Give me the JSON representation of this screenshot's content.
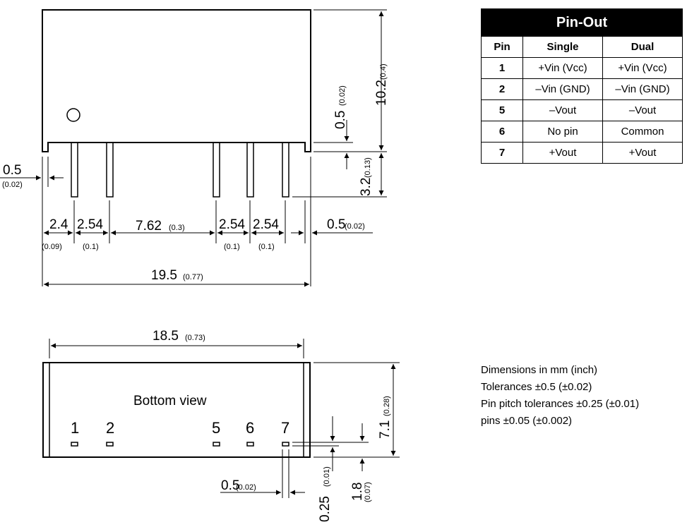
{
  "top_view": {
    "dim_height": "10.2",
    "dim_height_in": "(0.4)",
    "dim_standoff": "0.5",
    "dim_standoff_in": "(0.02)",
    "dim_pin_length": "3.2",
    "dim_pin_length_in": "(0.13)",
    "dim_pin_width": "0.5",
    "dim_pin_width_in": "(0.02)",
    "dim_edge_to_pin1": "2.4",
    "dim_edge_to_pin1_in": "(0.09)",
    "dim_pitch_a": "2.54",
    "dim_pitch_a_in": "(0.1)",
    "dim_center_gap": "7.62",
    "dim_center_gap_in": "(0.3)",
    "dim_pitch_b": "2.54",
    "dim_pitch_b_in": "(0.1)",
    "dim_pitch_c": "2.54",
    "dim_pitch_c_in": "(0.1)",
    "dim_right_edge": "0.5",
    "dim_right_edge_in": "(0.02)",
    "dim_total_width": "19.5",
    "dim_total_width_in": "(0.77)"
  },
  "bottom_view": {
    "label": "Bottom view",
    "pin_numbers": [
      "1",
      "2",
      "5",
      "6",
      "7"
    ],
    "dim_body_width": "18.5",
    "dim_body_width_in": "(0.73)",
    "dim_height": "7.1",
    "dim_height_in": "(0.28)",
    "dim_pin_offset": "1.8",
    "dim_pin_offset_in": "(0.07)",
    "dim_pin_depth": "0.25",
    "dim_pin_depth_in": "(0.01)",
    "dim_pin_size": "0.5",
    "dim_pin_size_in": "(0.02)"
  },
  "pinout_table": {
    "title": "Pin-Out",
    "headers": [
      "Pin",
      "Single",
      "Dual"
    ],
    "rows": [
      [
        "1",
        "+Vin (Vcc)",
        "+Vin (Vcc)"
      ],
      [
        "2",
        "–Vin (GND)",
        "–Vin (GND)"
      ],
      [
        "5",
        "–Vout",
        "–Vout"
      ],
      [
        "6",
        "No pin",
        "Common"
      ],
      [
        "7",
        "+Vout",
        "+Vout"
      ]
    ]
  },
  "notes": [
    "Dimensions in mm (inch)",
    "Tolerances  ±0.5 (±0.02)",
    "Pin pitch tolerances  ±0.25 (±0.01)",
    "pins ±0.05 (±0.002)"
  ]
}
